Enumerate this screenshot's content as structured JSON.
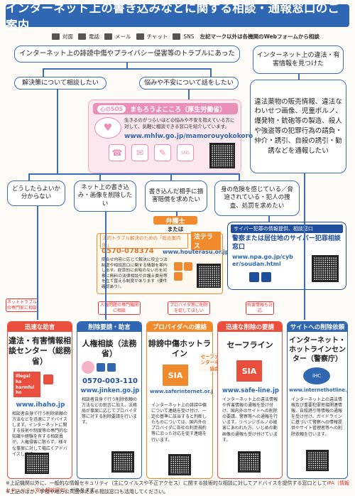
{
  "title": "インターネット上の書き込みなどに関する相談・通報窓口のご案内",
  "legend": {
    "items": [
      "対面",
      "電話",
      "メール",
      "チャット",
      "SNS"
    ],
    "note": "左記マーク以外は各機関のWebフォームから相談"
  },
  "flow": {
    "top_left": "インターネット上の誹謗中傷やプライバシー侵害等のトラブルにあった",
    "top_right": "インターネット上の違法・有害情報を見つけた",
    "solve": "解決策について相談したい",
    "worry": "悩みや不安について話をしたい",
    "unknown": "どうしたらよいか分からない",
    "delete": "ネット上の書き込み・画像を削除したい",
    "sue": "書き込んだ相手に損害賠償を求めたい",
    "danger": "身の危険を感じている／脅迫されている・犯人の捜査、処罰を求めたい",
    "illegal_list": "違法薬物の販売情報、違法なわいせつ画像、児童ポルノ、爆発物・銃砲等の製造、殺人や強盗等の犯罪行為の請負・仲介・誘引、自殺の誘引・勧誘などを通報したい"
  },
  "kokoro": {
    "header": "心のSOS",
    "name": "まもろうよこころ（厚生労働省）",
    "desc": "生きるのがつらいほどの悩みや不安を抱えている方に対して、気軽に相談できる窓口を紹介しています。",
    "url": "www.mhlw.go.jp/mamorouyokokoro"
  },
  "lawyer": {
    "head": "弁護士",
    "or": "または",
    "houterasu_label": "法的トラブル解決のための「総合案内所」",
    "houterasu_name": "法テラス",
    "phone": "0570-078374",
    "url": "www.houterasu.or.jp",
    "desc": "問合せ内容に応じて解決に役立つ法制度や相談窓口に関する情報を案内します。経済的に余裕のない方を対象に無料の法律相談や弁護士費用等を立て替える制度があります（要件確認あり）。"
  },
  "cyber": {
    "head": "サイバー犯罪の情報提供、相談窓口",
    "name": "警察または居住地のサイバー犯罪相談窓口",
    "url": "www.npa.go.jp/cyber/soudan.html"
  },
  "notes": {
    "net_trouble": "ネットトラブルの専門家に相談",
    "jinken": "人権問題の専門機関に相談",
    "provider": "プロバイダ等に削除を促してほしい",
    "dangerous": "有害情報も対応"
  },
  "sia": {
    "label": "セーファーインターネット協会"
  },
  "cards": [
    {
      "head": "迅速な助言",
      "title": "違法・有害情報相談センター（総務省）",
      "url": "www.ihaho.jp",
      "desc": "相談者自身で行う削除依頼の方法などを迅速にアドバイスします。インターネットに関する技術や制度等の専門的な知識や経験を有する相談員が、人権侵害に限らず、様々な事案に対して幅広くアドバイスします。"
    },
    {
      "head": "削除要請・助言",
      "title": "人権相談（法務省）",
      "phone": "0570-003-110",
      "url": "www.jinken.go.jp",
      "desc": "相談者自身で行う削除依頼の方法などの助言に加え、法務局が事案に応じてプロバイダ等に対する削除要請を行います。"
    },
    {
      "head": "プロバイダへの連絡",
      "title": "誹謗中傷ホットライン",
      "url": "www.saferinternet.or.jp/bullying/",
      "desc": "インターネット上の誹謗中傷について連絡を受け付け、一定の基準に該当すると判断したものについては、国内外のプロバイダに各社の利用規約等に沿った対応を促す連絡を行います。"
    },
    {
      "head": "迅速な削除の要請",
      "title": "セーフライン",
      "url": "www.safe-line.jp",
      "desc": "インターネット上の違法情報や有害情報の通報を受け付け、国内外のサイトへの削除の要請、警察等への通報を行います。リベンジポルノの被害にあわれた方、いじめの動画像の通報も受け付けています。"
    },
    {
      "head": "サイトへの削除依頼",
      "title": "インターネット・ホットラインセンター（警察庁）",
      "url": "www.internethotline.jp",
      "desc": "インターネット上の違法情報及び重要犯罪密接関連情報、自殺誘引等情報の通報を受け付け、ガイドラインに基づいて警察への情報提供やサイト管理者等への削除依頼を行います。"
    }
  ],
  "footnotes": [
    "※上記機関以外に、一般的な情報セキュリティ（主にウイルスや不正アクセス）に関する技術的な相談に対してアドバイスを提供する窓口としてIPA（情報セキュリティ安心相談窓口）があります。",
    "※上記のほか、学校や地方公共団体にある相談窓口も活用してください。"
  ],
  "footnote_highlight": "IPA（情報セキュリティ安心相談窓口）",
  "colors": {
    "blue": "#2f67b3",
    "pink": "#ea8fb7",
    "orange": "#f08a2c",
    "navy": "#1f4f9c",
    "card_red": "#e94f3c"
  }
}
